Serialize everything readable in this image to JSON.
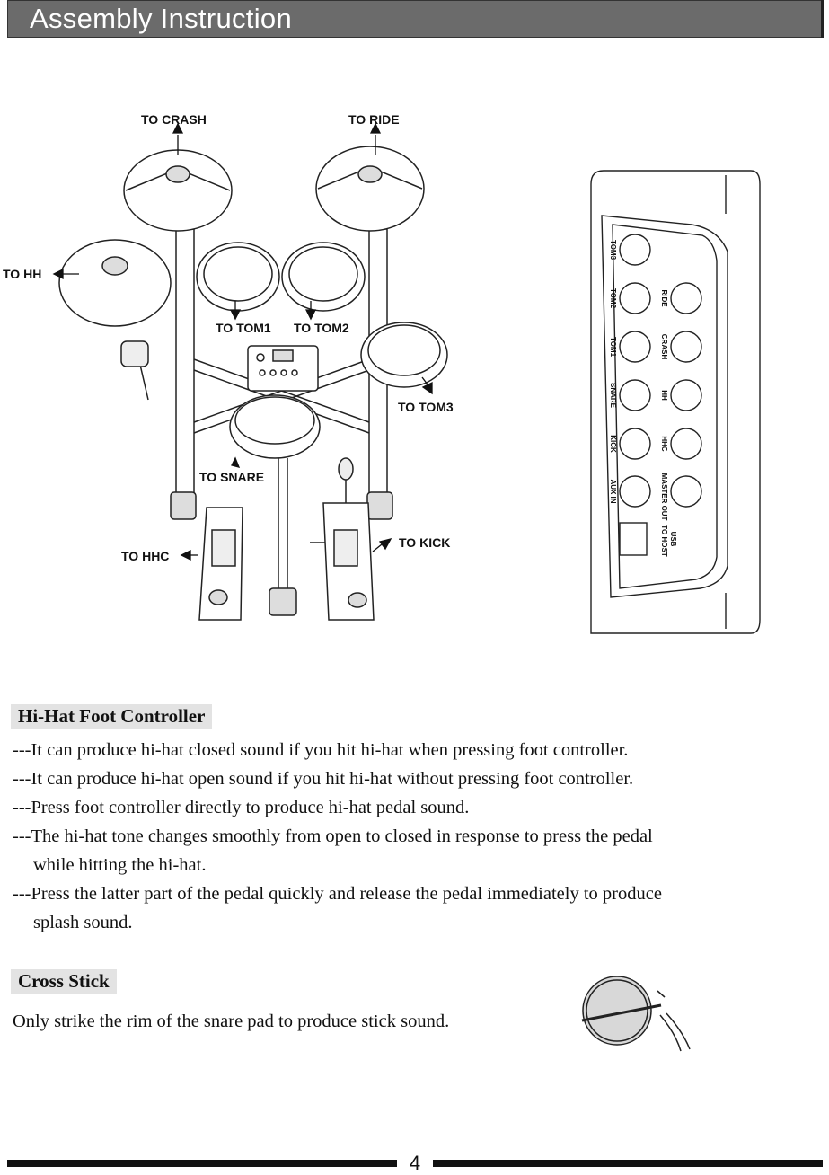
{
  "header": {
    "title": "Assembly Instruction"
  },
  "diagram": {
    "labels": {
      "crash": "TO CRASH",
      "ride": "TO RIDE",
      "hh": "TO HH",
      "tom1": "TO TOM1",
      "tom2": "TO TOM2",
      "tom3": "TO TOM3",
      "snare": "TO SNARE",
      "hhc": "TO HHC",
      "kick": "TO KICK"
    }
  },
  "module": {
    "ports_row1": [
      "TOM3",
      "TOM2",
      "TOM1",
      "SNARE",
      "KICK",
      "AUX IN"
    ],
    "ports_row2": [
      "RIDE",
      "CRASH",
      "HH",
      "HHC",
      "MASTER OUT"
    ],
    "usb_label": "USB",
    "usb_sub": "TO HOST"
  },
  "hihat_section": {
    "title": "Hi-Hat Foot Controller",
    "items": [
      {
        "text": "---It can produce hi-hat closed sound if you hit hi-hat when pressing foot controller.",
        "cont": ""
      },
      {
        "text": "---It can produce hi-hat open sound if you hit hi-hat without pressing foot controller.",
        "cont": ""
      },
      {
        "text": "---Press foot controller directly to produce hi-hat pedal sound.",
        "cont": ""
      },
      {
        "text": "---The hi-hat tone changes smoothly from open to closed in response to press the pedal",
        "cont": "while hitting the hi-hat."
      },
      {
        "text": "---Press the latter part of the pedal quickly and release the pedal immediately to produce",
        "cont": "splash sound."
      }
    ]
  },
  "crossstick_section": {
    "title": "Cross Stick",
    "text": "Only strike the rim of the snare pad to produce stick sound."
  },
  "footer": {
    "page": "4"
  }
}
